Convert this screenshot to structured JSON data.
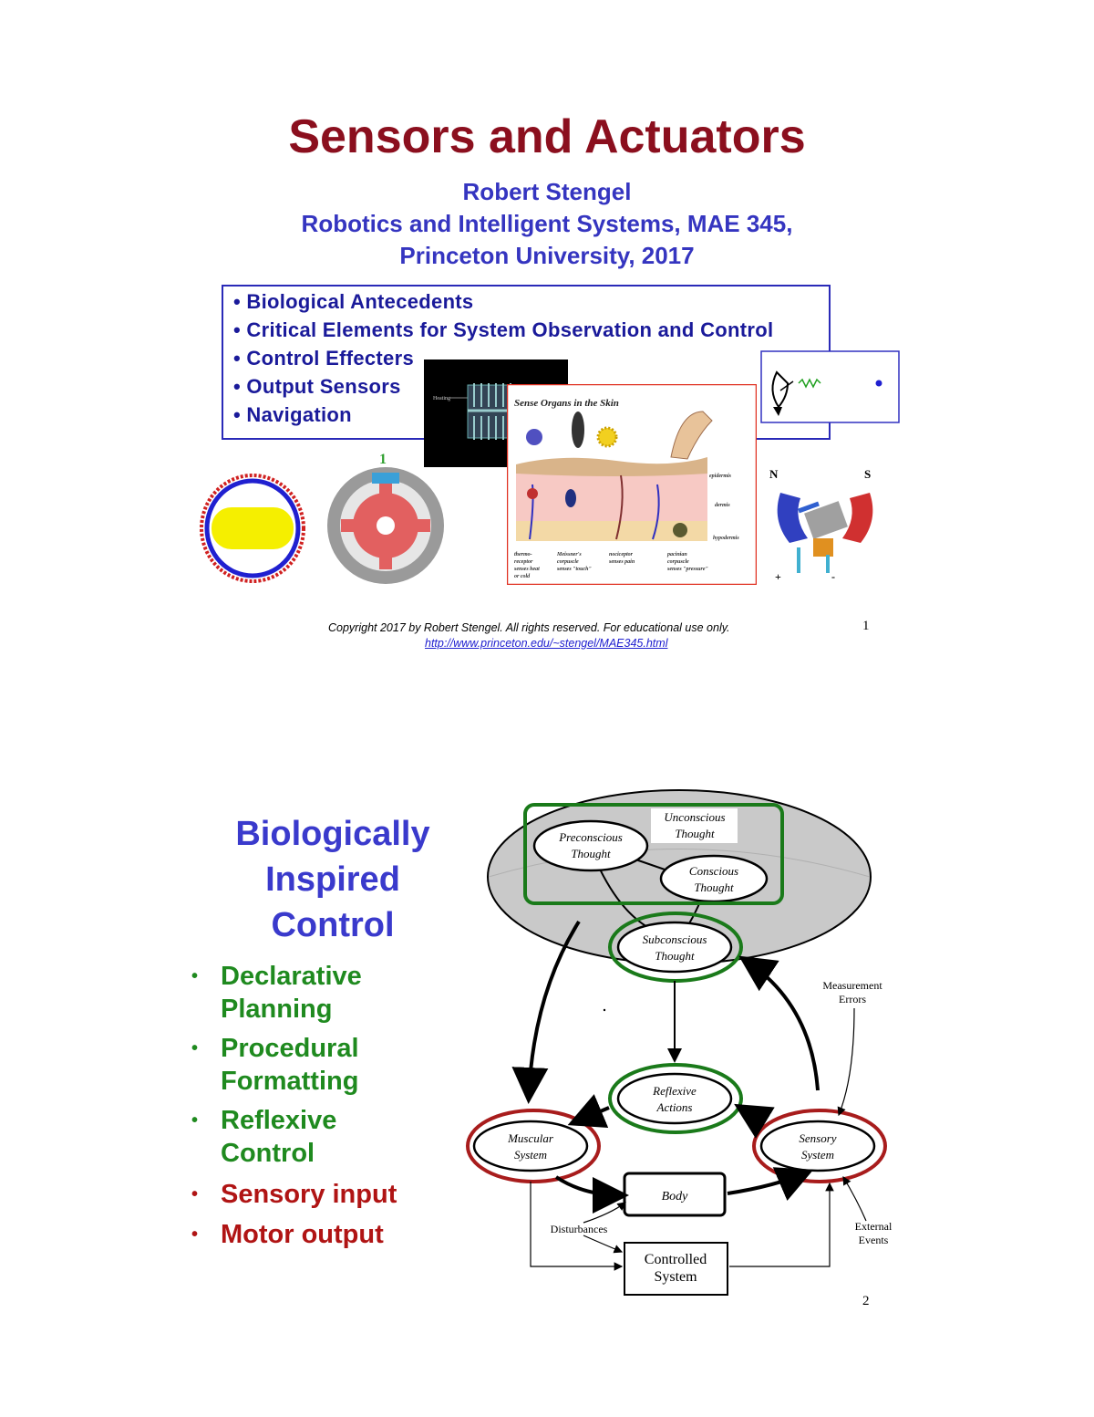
{
  "slide1": {
    "title": "Sensors and Actuators",
    "author": "Robert Stengel",
    "course": "Robotics and Intelligent Systems, MAE 345,",
    "institution": "Princeton University, 2017",
    "bullets": [
      "• Biological Antecedents",
      "• Critical Elements for System Observation and Control",
      "• Control Effecters",
      "• Output Sensors",
      "• Navigation"
    ],
    "skin_image": {
      "caption": "Sense Organs in the Skin",
      "layers": [
        "epidermis",
        "dermis",
        "hypodermis"
      ],
      "receptors": [
        [
          "thermo-",
          "receptor",
          "senses heat",
          "or cold"
        ],
        [
          "Meissner's",
          "corpuscle",
          "senses \"touch\""
        ],
        [
          "nociceptor",
          "senses pain"
        ],
        [
          "pacinian",
          "corpuscle",
          "senses \"pressure\""
        ]
      ]
    },
    "sensor_image_label": "Heating",
    "motor_image": {
      "north": "N",
      "south": "S",
      "plus": "+",
      "minus": "-"
    },
    "stepper_label": "1",
    "copyright": "Copyright 2017 by Robert Stengel.  All rights reserved.  For educational use only.",
    "url": "http://www.princeton.edu/~stengel/MAE345.html",
    "page": "1"
  },
  "slide2": {
    "heading": [
      "Biologically",
      "Inspired",
      "Control"
    ],
    "bullets_green": [
      [
        "Declarative",
        "Planning"
      ],
      [
        "Procedural",
        "Formatting"
      ],
      [
        "Reflexive",
        "Control"
      ]
    ],
    "bullets_red": [
      "Sensory input",
      "Motor output"
    ],
    "bullet_glyph": "•",
    "diagram": {
      "unconscious": [
        "Unconscious",
        "Thought"
      ],
      "preconscious": [
        "Preconscious",
        "Thought"
      ],
      "conscious": [
        "Conscious",
        "Thought"
      ],
      "subconscious": [
        "Subconscious",
        "Thought"
      ],
      "reflexive": [
        "Reflexive",
        "Actions"
      ],
      "muscular": [
        "Muscular",
        "System"
      ],
      "sensory": [
        "Sensory",
        "System"
      ],
      "body": "Body",
      "controlled": [
        "Controlled",
        "System"
      ],
      "measurement": [
        "Measurement",
        "Errors"
      ],
      "disturbances": "Disturbances",
      "external": [
        "External",
        "Events"
      ]
    },
    "page": "2"
  }
}
